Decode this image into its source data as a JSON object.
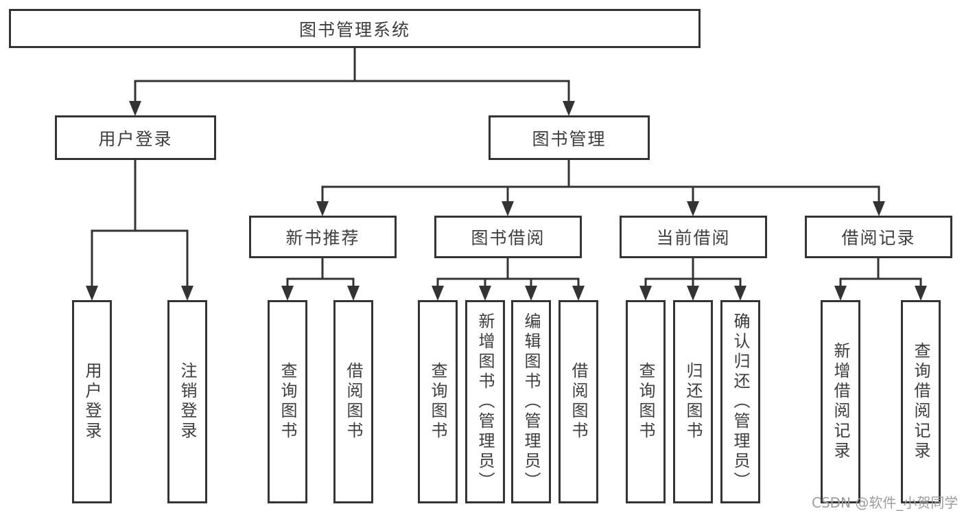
{
  "root": {
    "label": "图书管理系统"
  },
  "level2": [
    {
      "label": "用户登录"
    },
    {
      "label": "图书管理"
    }
  ],
  "level3": [
    {
      "label": "新书推荐"
    },
    {
      "label": "图书借阅"
    },
    {
      "label": "当前借阅"
    },
    {
      "label": "借阅记录"
    }
  ],
  "leaves": [
    {
      "label": "用户登录"
    },
    {
      "label": "注销登录"
    },
    {
      "label": "查询图书"
    },
    {
      "label": "借阅图书"
    },
    {
      "label": "查询图书"
    },
    {
      "label": "新增图书（管理员）"
    },
    {
      "label": "编辑图书（管理员）"
    },
    {
      "label": "借阅图书"
    },
    {
      "label": "查询图书"
    },
    {
      "label": "归还图书"
    },
    {
      "label": "确认归还（管理员）"
    },
    {
      "label": "新增借阅记录"
    },
    {
      "label": "查询借阅记录"
    }
  ],
  "hierarchy": {
    "图书管理系统": {
      "用户登录": [
        "用户登录",
        "注销登录"
      ],
      "图书管理": {
        "新书推荐": [
          "查询图书",
          "借阅图书"
        ],
        "图书借阅": [
          "查询图书",
          "新增图书（管理员）",
          "编辑图书（管理员）",
          "借阅图书"
        ],
        "当前借阅": [
          "查询图书",
          "归还图书",
          "确认归还（管理员）"
        ],
        "借阅记录": [
          "新增借阅记录",
          "查询借阅记录"
        ]
      }
    }
  },
  "watermark": {
    "text": "CSDN @软件_小贺同学"
  },
  "colors": {
    "line": "#333333",
    "box_border": "#333333",
    "text": "#3d3d3d",
    "watermark": "#9d9d9d",
    "background": "#ffffff"
  }
}
